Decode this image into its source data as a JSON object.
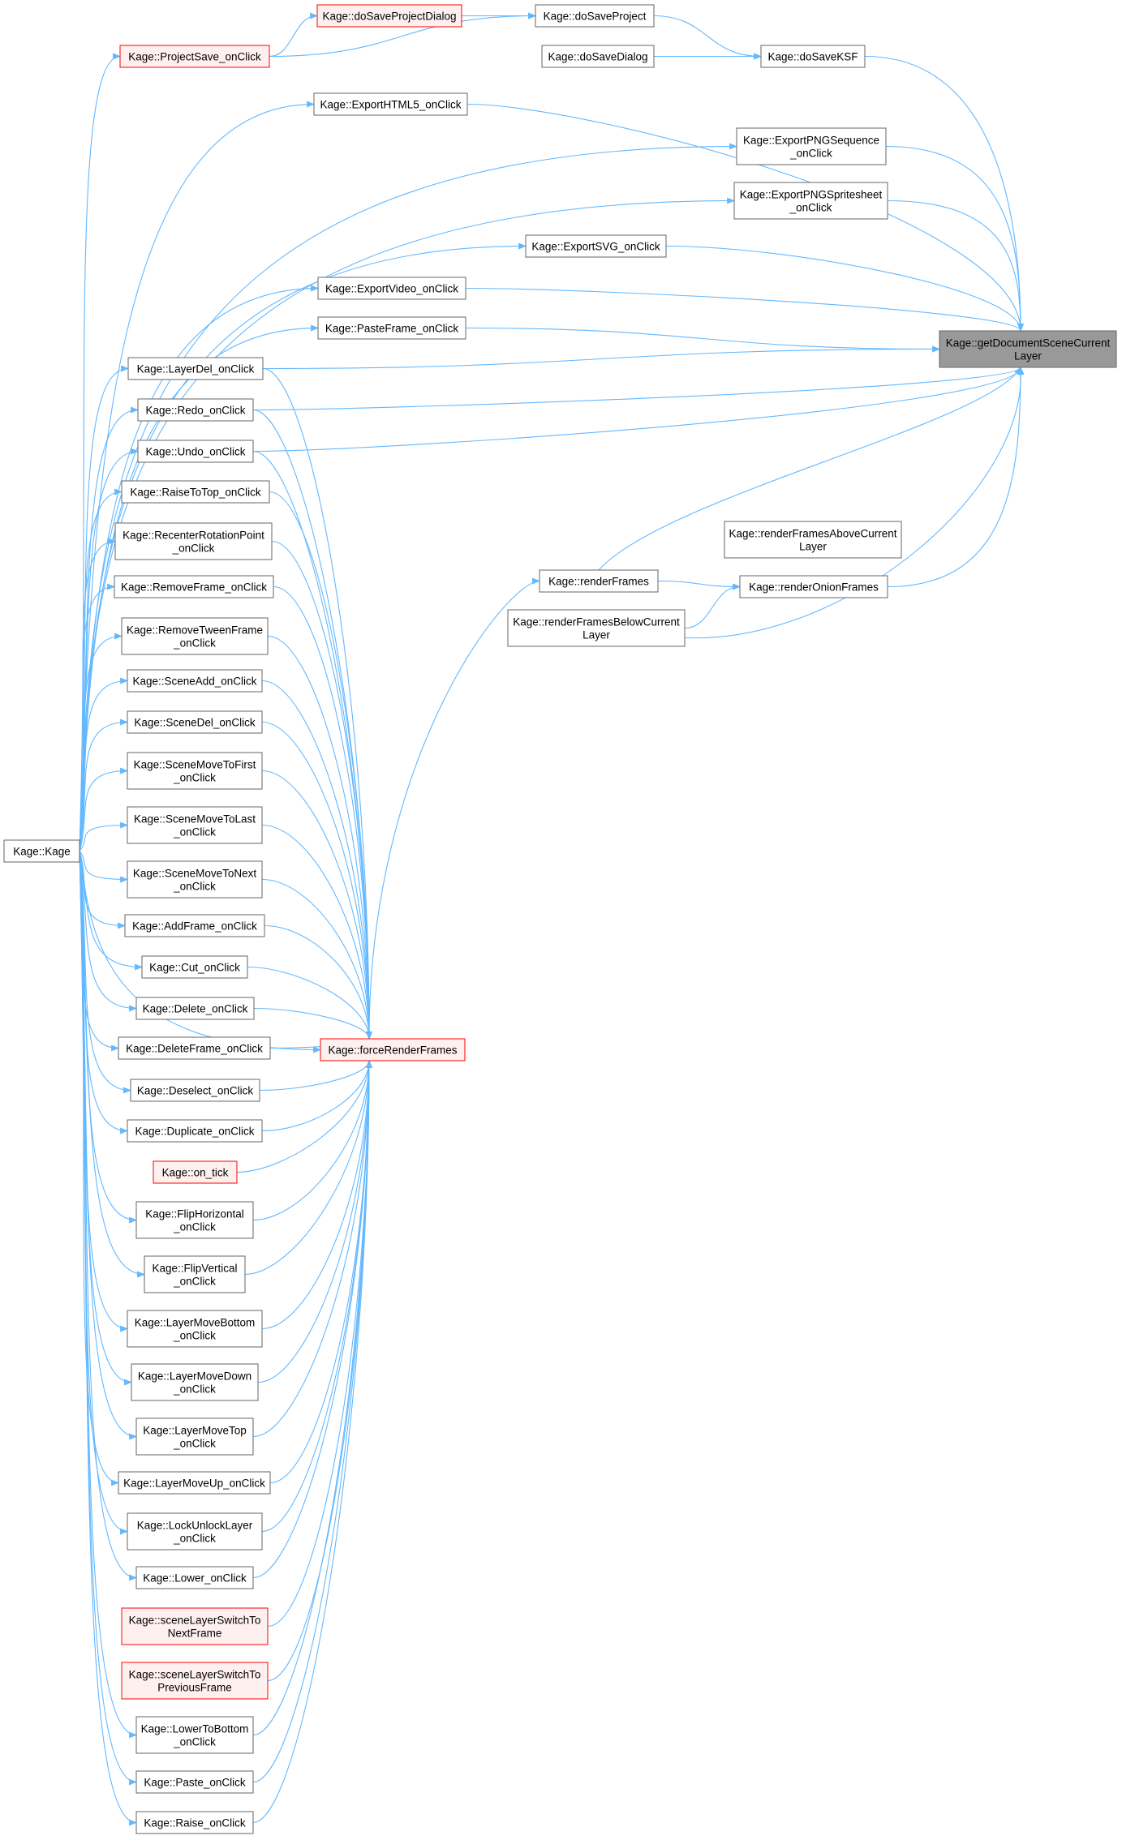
{
  "nodes": [
    {
      "id": "target",
      "lines": [
        "Kage::getDocumentSceneCurrent",
        "Layer"
      ],
      "style": "target"
    },
    {
      "id": "doSaveProjectDialog",
      "lines": [
        "Kage::doSaveProjectDialog"
      ],
      "style": "red"
    },
    {
      "id": "doSaveProject",
      "lines": [
        "Kage::doSaveProject"
      ],
      "style": "normal"
    },
    {
      "id": "ProjectSave",
      "lines": [
        "Kage::ProjectSave_onClick"
      ],
      "style": "red"
    },
    {
      "id": "doSaveDialog",
      "lines": [
        "Kage::doSaveDialog"
      ],
      "style": "normal"
    },
    {
      "id": "doSaveKSF",
      "lines": [
        "Kage::doSaveKSF"
      ],
      "style": "normal"
    },
    {
      "id": "ExportHTML5",
      "lines": [
        "Kage::ExportHTML5_onClick"
      ],
      "style": "normal"
    },
    {
      "id": "ExportPNGSequence",
      "lines": [
        "Kage::ExportPNGSequence",
        "_onClick"
      ],
      "style": "normal"
    },
    {
      "id": "ExportPNGSpritesheet",
      "lines": [
        "Kage::ExportPNGSpritesheet",
        "_onClick"
      ],
      "style": "normal"
    },
    {
      "id": "ExportSVG",
      "lines": [
        "Kage::ExportSVG_onClick"
      ],
      "style": "normal"
    },
    {
      "id": "ExportVideo",
      "lines": [
        "Kage::ExportVideo_onClick"
      ],
      "style": "normal"
    },
    {
      "id": "PasteFrame",
      "lines": [
        "Kage::PasteFrame_onClick"
      ],
      "style": "normal"
    },
    {
      "id": "LayerDel",
      "lines": [
        "Kage::LayerDel_onClick"
      ],
      "style": "normal"
    },
    {
      "id": "Redo",
      "lines": [
        "Kage::Redo_onClick"
      ],
      "style": "normal"
    },
    {
      "id": "Undo",
      "lines": [
        "Kage::Undo_onClick"
      ],
      "style": "normal"
    },
    {
      "id": "RaiseToTop",
      "lines": [
        "Kage::RaiseToTop_onClick"
      ],
      "style": "normal"
    },
    {
      "id": "RecenterRotationPoint",
      "lines": [
        "Kage::RecenterRotationPoint",
        "_onClick"
      ],
      "style": "normal"
    },
    {
      "id": "RemoveFrame",
      "lines": [
        "Kage::RemoveFrame_onClick"
      ],
      "style": "normal"
    },
    {
      "id": "RemoveTweenFrame",
      "lines": [
        "Kage::RemoveTweenFrame",
        "_onClick"
      ],
      "style": "normal"
    },
    {
      "id": "SceneAdd",
      "lines": [
        "Kage::SceneAdd_onClick"
      ],
      "style": "normal"
    },
    {
      "id": "SceneDel",
      "lines": [
        "Kage::SceneDel_onClick"
      ],
      "style": "normal"
    },
    {
      "id": "SceneMoveToFirst",
      "lines": [
        "Kage::SceneMoveToFirst",
        "_onClick"
      ],
      "style": "normal"
    },
    {
      "id": "SceneMoveToLast",
      "lines": [
        "Kage::SceneMoveToLast",
        "_onClick"
      ],
      "style": "normal"
    },
    {
      "id": "SceneMoveToNext",
      "lines": [
        "Kage::SceneMoveToNext",
        "_onClick"
      ],
      "style": "normal"
    },
    {
      "id": "AddFrame",
      "lines": [
        "Kage::AddFrame_onClick"
      ],
      "style": "normal"
    },
    {
      "id": "Cut",
      "lines": [
        "Kage::Cut_onClick"
      ],
      "style": "normal"
    },
    {
      "id": "Delete",
      "lines": [
        "Kage::Delete_onClick"
      ],
      "style": "normal"
    },
    {
      "id": "DeleteFrame",
      "lines": [
        "Kage::DeleteFrame_onClick"
      ],
      "style": "normal"
    },
    {
      "id": "Deselect",
      "lines": [
        "Kage::Deselect_onClick"
      ],
      "style": "normal"
    },
    {
      "id": "Duplicate",
      "lines": [
        "Kage::Duplicate_onClick"
      ],
      "style": "normal"
    },
    {
      "id": "on_tick",
      "lines": [
        "Kage::on_tick"
      ],
      "style": "red"
    },
    {
      "id": "FlipHorizontal",
      "lines": [
        "Kage::FlipHorizontal",
        "_onClick"
      ],
      "style": "normal"
    },
    {
      "id": "FlipVertical",
      "lines": [
        "Kage::FlipVertical",
        "_onClick"
      ],
      "style": "normal"
    },
    {
      "id": "LayerMoveBottom",
      "lines": [
        "Kage::LayerMoveBottom",
        "_onClick"
      ],
      "style": "normal"
    },
    {
      "id": "LayerMoveDown",
      "lines": [
        "Kage::LayerMoveDown",
        "_onClick"
      ],
      "style": "normal"
    },
    {
      "id": "LayerMoveTop",
      "lines": [
        "Kage::LayerMoveTop",
        "_onClick"
      ],
      "style": "normal"
    },
    {
      "id": "LayerMoveUp",
      "lines": [
        "Kage::LayerMoveUp_onClick"
      ],
      "style": "normal"
    },
    {
      "id": "LockUnlockLayer",
      "lines": [
        "Kage::LockUnlockLayer",
        "_onClick"
      ],
      "style": "normal"
    },
    {
      "id": "Lower",
      "lines": [
        "Kage::Lower_onClick"
      ],
      "style": "normal"
    },
    {
      "id": "sceneLayerSwitchToNextFrame",
      "lines": [
        "Kage::sceneLayerSwitchTo",
        "NextFrame"
      ],
      "style": "red"
    },
    {
      "id": "sceneLayerSwitchToPreviousFrame",
      "lines": [
        "Kage::sceneLayerSwitchTo",
        "PreviousFrame"
      ],
      "style": "red"
    },
    {
      "id": "LowerToBottom",
      "lines": [
        "Kage::LowerToBottom",
        "_onClick"
      ],
      "style": "normal"
    },
    {
      "id": "Paste",
      "lines": [
        "Kage::Paste_onClick"
      ],
      "style": "normal"
    },
    {
      "id": "Raise",
      "lines": [
        "Kage::Raise_onClick"
      ],
      "style": "normal"
    },
    {
      "id": "Kage",
      "lines": [
        "Kage::Kage"
      ],
      "style": "normal"
    },
    {
      "id": "forceRenderFrames",
      "lines": [
        "Kage::forceRenderFrames"
      ],
      "style": "red"
    },
    {
      "id": "renderFrames",
      "lines": [
        "Kage::renderFrames"
      ],
      "style": "normal"
    },
    {
      "id": "renderOnionFrames",
      "lines": [
        "Kage::renderOnionFrames"
      ],
      "style": "normal"
    },
    {
      "id": "renderFramesAboveCurrentLayer",
      "lines": [
        "Kage::renderFramesAboveCurrent",
        "Layer"
      ],
      "style": "normal"
    },
    {
      "id": "renderFramesBelowCurrentLayer",
      "lines": [
        "Kage::renderFramesBelowCurrent",
        "Layer"
      ],
      "style": "normal"
    }
  ],
  "edges": [
    [
      "doSaveProjectDialog",
      "doSaveProject"
    ],
    [
      "ProjectSave",
      "doSaveProjectDialog"
    ],
    [
      "ProjectSave",
      "doSaveProject"
    ],
    [
      "doSaveProject",
      "doSaveKSF"
    ],
    [
      "doSaveDialog",
      "doSaveKSF"
    ],
    [
      "doSaveKSF",
      "target"
    ],
    [
      "ExportHTML5",
      "target"
    ],
    [
      "ExportPNGSequence",
      "target"
    ],
    [
      "ExportPNGSpritesheet",
      "target"
    ],
    [
      "ExportSVG",
      "target"
    ],
    [
      "ExportVideo",
      "target"
    ],
    [
      "PasteFrame",
      "target"
    ],
    [
      "LayerDel",
      "target"
    ],
    [
      "Redo",
      "target"
    ],
    [
      "Undo",
      "target"
    ],
    [
      "renderFrames",
      "target"
    ],
    [
      "renderOnionFrames",
      "target"
    ],
    [
      "renderFramesBelowCurrentLayer",
      "target"
    ],
    [
      "renderFrames",
      "renderOnionFrames"
    ],
    [
      "renderFramesBelowCurrentLayer",
      "renderOnionFrames"
    ],
    [
      "forceRenderFrames",
      "renderFrames"
    ],
    [
      "Kage",
      "ProjectSave"
    ],
    [
      "Kage",
      "ExportHTML5"
    ],
    [
      "Kage",
      "ExportPNGSequence"
    ],
    [
      "Kage",
      "ExportPNGSpritesheet"
    ],
    [
      "Kage",
      "ExportSVG"
    ],
    [
      "Kage",
      "ExportVideo"
    ],
    [
      "Kage",
      "PasteFrame"
    ],
    [
      "Kage",
      "LayerDel"
    ],
    [
      "Kage",
      "Redo"
    ],
    [
      "Kage",
      "Undo"
    ],
    [
      "Kage",
      "RaiseToTop"
    ],
    [
      "Kage",
      "RecenterRotationPoint"
    ],
    [
      "Kage",
      "RemoveFrame"
    ],
    [
      "Kage",
      "RemoveTweenFrame"
    ],
    [
      "Kage",
      "SceneAdd"
    ],
    [
      "Kage",
      "SceneDel"
    ],
    [
      "Kage",
      "SceneMoveToFirst"
    ],
    [
      "Kage",
      "SceneMoveToLast"
    ],
    [
      "Kage",
      "SceneMoveToNext"
    ],
    [
      "Kage",
      "AddFrame"
    ],
    [
      "Kage",
      "Cut"
    ],
    [
      "Kage",
      "Delete"
    ],
    [
      "Kage",
      "DeleteFrame"
    ],
    [
      "Kage",
      "Deselect"
    ],
    [
      "Kage",
      "Duplicate"
    ],
    [
      "Kage",
      "FlipHorizontal"
    ],
    [
      "Kage",
      "FlipVertical"
    ],
    [
      "Kage",
      "LayerMoveBottom"
    ],
    [
      "Kage",
      "LayerMoveDown"
    ],
    [
      "Kage",
      "LayerMoveTop"
    ],
    [
      "Kage",
      "LayerMoveUp"
    ],
    [
      "Kage",
      "LockUnlockLayer"
    ],
    [
      "Kage",
      "Lower"
    ],
    [
      "Kage",
      "LowerToBottom"
    ],
    [
      "Kage",
      "Paste"
    ],
    [
      "Kage",
      "Raise"
    ],
    [
      "Kage",
      "forceRenderFrames"
    ],
    [
      "LayerDel",
      "forceRenderFrames"
    ],
    [
      "Redo",
      "forceRenderFrames"
    ],
    [
      "Undo",
      "forceRenderFrames"
    ],
    [
      "RaiseToTop",
      "forceRenderFrames"
    ],
    [
      "RecenterRotationPoint",
      "forceRenderFrames"
    ],
    [
      "RemoveFrame",
      "forceRenderFrames"
    ],
    [
      "RemoveTweenFrame",
      "forceRenderFrames"
    ],
    [
      "SceneAdd",
      "forceRenderFrames"
    ],
    [
      "SceneDel",
      "forceRenderFrames"
    ],
    [
      "SceneMoveToFirst",
      "forceRenderFrames"
    ],
    [
      "SceneMoveToLast",
      "forceRenderFrames"
    ],
    [
      "SceneMoveToNext",
      "forceRenderFrames"
    ],
    [
      "AddFrame",
      "forceRenderFrames"
    ],
    [
      "Cut",
      "forceRenderFrames"
    ],
    [
      "Delete",
      "forceRenderFrames"
    ],
    [
      "DeleteFrame",
      "forceRenderFrames"
    ],
    [
      "Deselect",
      "forceRenderFrames"
    ],
    [
      "Duplicate",
      "forceRenderFrames"
    ],
    [
      "on_tick",
      "forceRenderFrames"
    ],
    [
      "FlipHorizontal",
      "forceRenderFrames"
    ],
    [
      "FlipVertical",
      "forceRenderFrames"
    ],
    [
      "LayerMoveBottom",
      "forceRenderFrames"
    ],
    [
      "LayerMoveDown",
      "forceRenderFrames"
    ],
    [
      "LayerMoveTop",
      "forceRenderFrames"
    ],
    [
      "LayerMoveUp",
      "forceRenderFrames"
    ],
    [
      "LockUnlockLayer",
      "forceRenderFrames"
    ],
    [
      "Lower",
      "forceRenderFrames"
    ],
    [
      "sceneLayerSwitchToNextFrame",
      "forceRenderFrames"
    ],
    [
      "sceneLayerSwitchToPreviousFrame",
      "forceRenderFrames"
    ],
    [
      "LowerToBottom",
      "forceRenderFrames"
    ],
    [
      "Paste",
      "forceRenderFrames"
    ],
    [
      "Raise",
      "forceRenderFrames"
    ]
  ],
  "colors": {
    "edge": "#63b8ff",
    "node_border": "#666666",
    "node_fill": "#ffffff",
    "red_border": "#ff0000",
    "red_fill": "#fff0f0",
    "target_fill": "#999999",
    "target_border": "#666666",
    "text": "#000000"
  }
}
